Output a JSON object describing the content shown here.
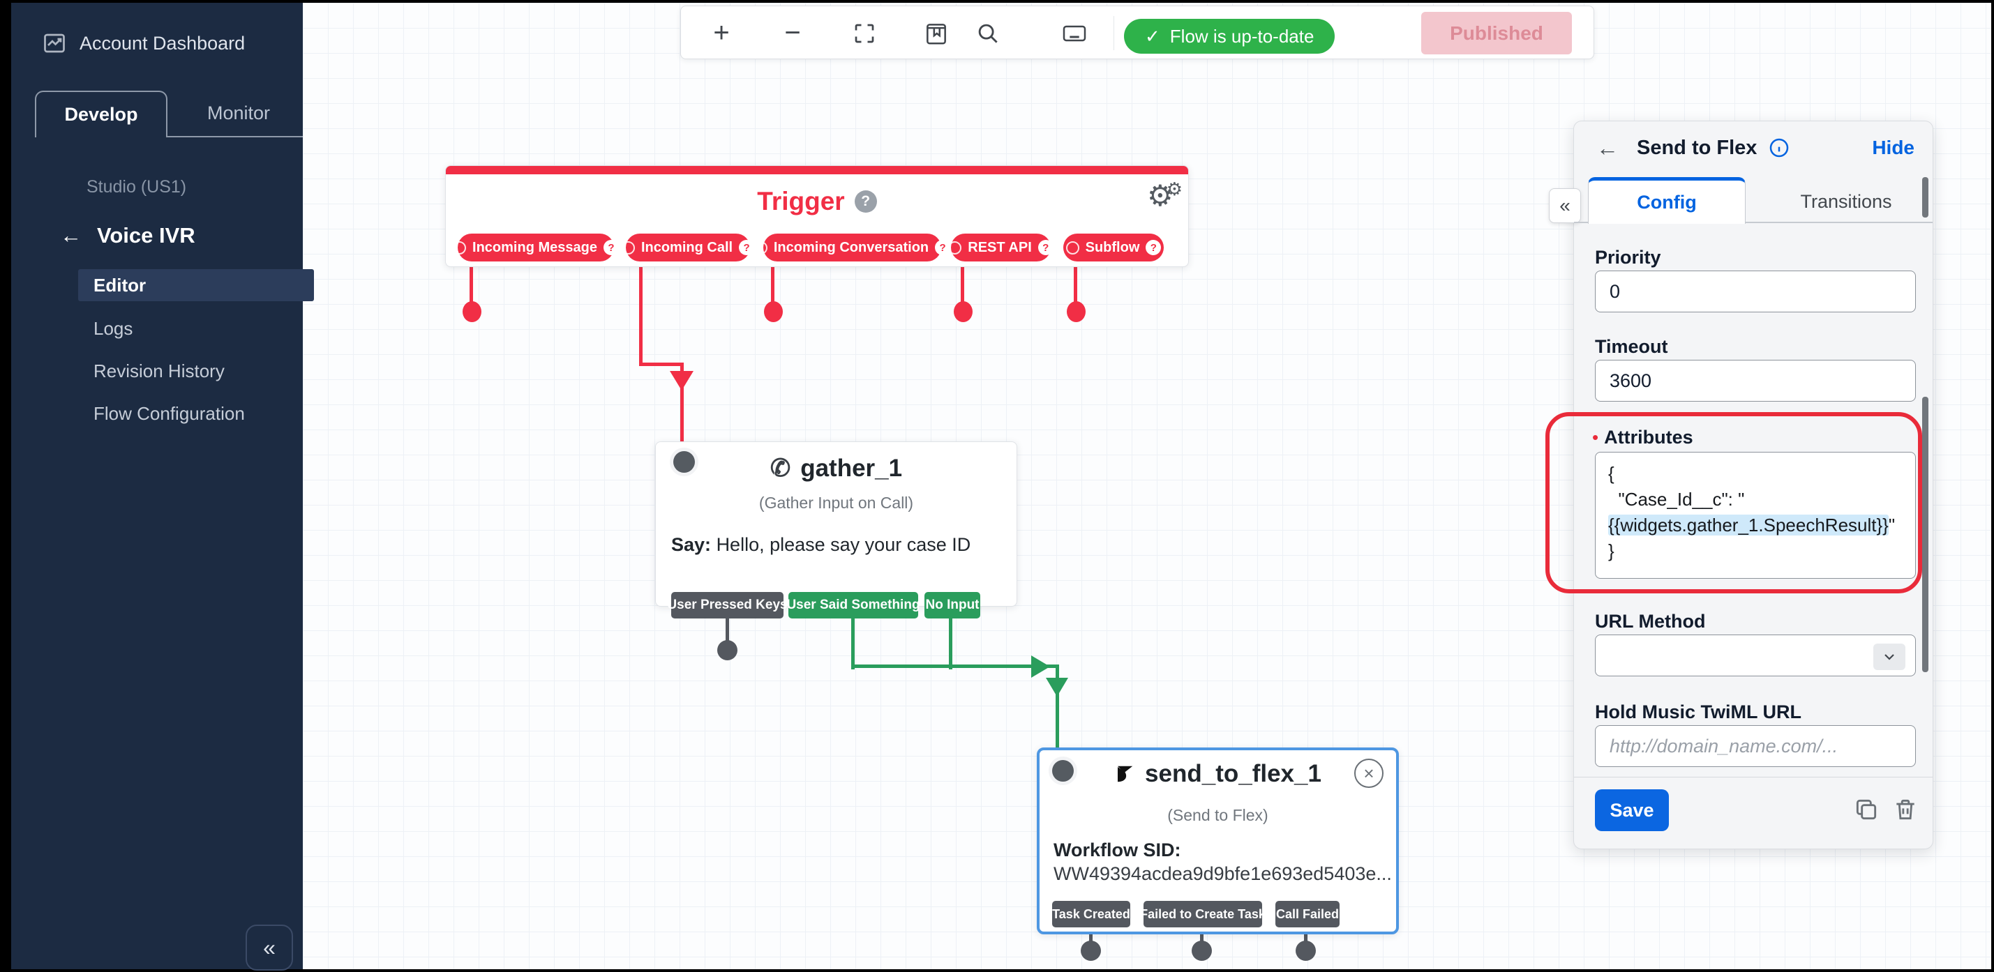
{
  "sidebar": {
    "account_dashboard": "Account Dashboard",
    "tabs": [
      {
        "label": "Develop"
      },
      {
        "label": "Monitor"
      }
    ],
    "environment": "Studio (US1)",
    "flow_name": "Voice IVR",
    "items": [
      {
        "label": "Editor"
      },
      {
        "label": "Logs"
      },
      {
        "label": "Revision History"
      },
      {
        "label": "Flow Configuration"
      }
    ]
  },
  "toolbar": {
    "status": "Flow is up-to-date",
    "published_label": "Published"
  },
  "canvas": {
    "trigger": {
      "title": "Trigger",
      "pills": [
        {
          "label": "Incoming Message"
        },
        {
          "label": "Incoming Call"
        },
        {
          "label": "Incoming Conversation"
        },
        {
          "label": "REST API"
        },
        {
          "label": "Subflow"
        }
      ]
    },
    "gather": {
      "name": "gather_1",
      "type": "(Gather Input on Call)",
      "say_label": "Say:",
      "say_text": "Hello, please say your case ID",
      "outcomes": [
        {
          "label": "User Pressed Keys"
        },
        {
          "label": "User Said Something"
        },
        {
          "label": "No Input"
        }
      ]
    },
    "send_to_flex": {
      "name": "send_to_flex_1",
      "type": "(Send to Flex)",
      "field_label": "Workflow SID:",
      "field_value": "WW49394acdea9d9bfe1e693ed5403e...",
      "outcomes": [
        {
          "label": "Task Created"
        },
        {
          "label": "Failed to Create Task"
        },
        {
          "label": "Call Failed"
        }
      ]
    }
  },
  "panel": {
    "title": "Send to Flex",
    "hide_label": "Hide",
    "tabs": [
      {
        "label": "Config"
      },
      {
        "label": "Transitions"
      }
    ],
    "priority": {
      "label": "Priority",
      "value": "0"
    },
    "timeout": {
      "label": "Timeout",
      "value": "3600"
    },
    "attributes": {
      "label": "Attributes",
      "line_open": "{",
      "line_key": "\"Case_Id__c\": \"",
      "line_value": "{{widgets.gather_1.SpeechResult}}",
      "line_value_suffix": "\"",
      "line_close": "}"
    },
    "url_method": {
      "label": "URL Method",
      "value": ""
    },
    "hold_music": {
      "label": "Hold Music TwiML URL",
      "placeholder": "http://domain_name.com/..."
    },
    "save_label": "Save"
  },
  "glyphs": {
    "plus": "+",
    "minus": "−",
    "check": "✓",
    "help": "?",
    "gear": "⚙",
    "gear_small": "⚙",
    "phone": "✆",
    "close": "×",
    "back": "←",
    "collapse": "«",
    "bullet": "•"
  },
  "colors": {
    "twilio_red": "#F12E45",
    "connector_green": "#2A9D5C",
    "status_green": "#2EB24A",
    "accent_blue": "#0263E0",
    "selection_blue": "#4E97E2",
    "sidebar_navy": "#1C2B42",
    "pill_gray": "#54585F",
    "published_bg": "#F3C6CD",
    "published_text": "#DD8B97",
    "value_highlight": "#CFE9FA",
    "annotation_red": "#E92B3A"
  }
}
